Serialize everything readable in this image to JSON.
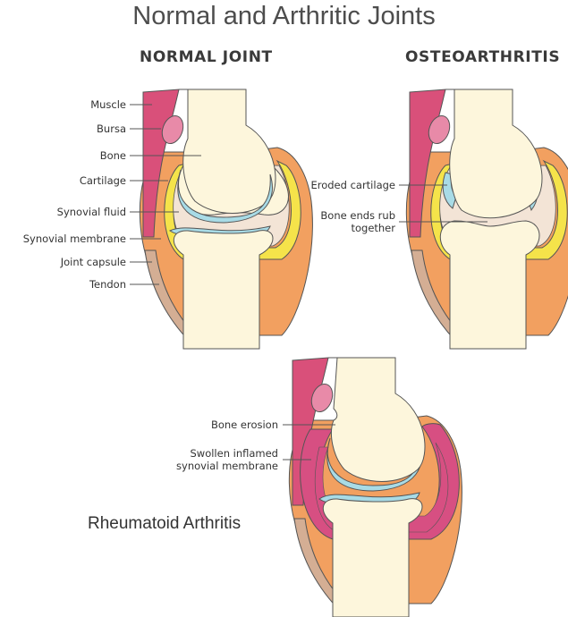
{
  "title": "Normal and Arthritic Joints",
  "normal": {
    "heading": "NORMAL JOINT",
    "labels": [
      "Muscle",
      "Bursa",
      "Bone",
      "Cartilage",
      "Synovial fluid",
      "Synovial membrane",
      "Joint capsule",
      "Tendon"
    ]
  },
  "osteo": {
    "heading": "OSTEOARTHRITIS",
    "labels": [
      "Eroded cartilage",
      "Bone ends rub",
      "together"
    ]
  },
  "rheumatoid": {
    "heading": "Rheumatoid Arthritis",
    "labels": [
      "Bone erosion",
      "Swollen inflamed",
      "synovial membrane"
    ]
  },
  "colors": {
    "bone": "#fdf6dc",
    "outline": "#555555",
    "muscle": "#d9507a",
    "bursa": "#e88aa8",
    "capsule": "#f2a060",
    "membrane": "#f5e34a",
    "cartilage": "#a8dbe6",
    "fluid": "#f3e4d6",
    "tendon": "#d4ae94",
    "inflamed": "#d74f82"
  }
}
